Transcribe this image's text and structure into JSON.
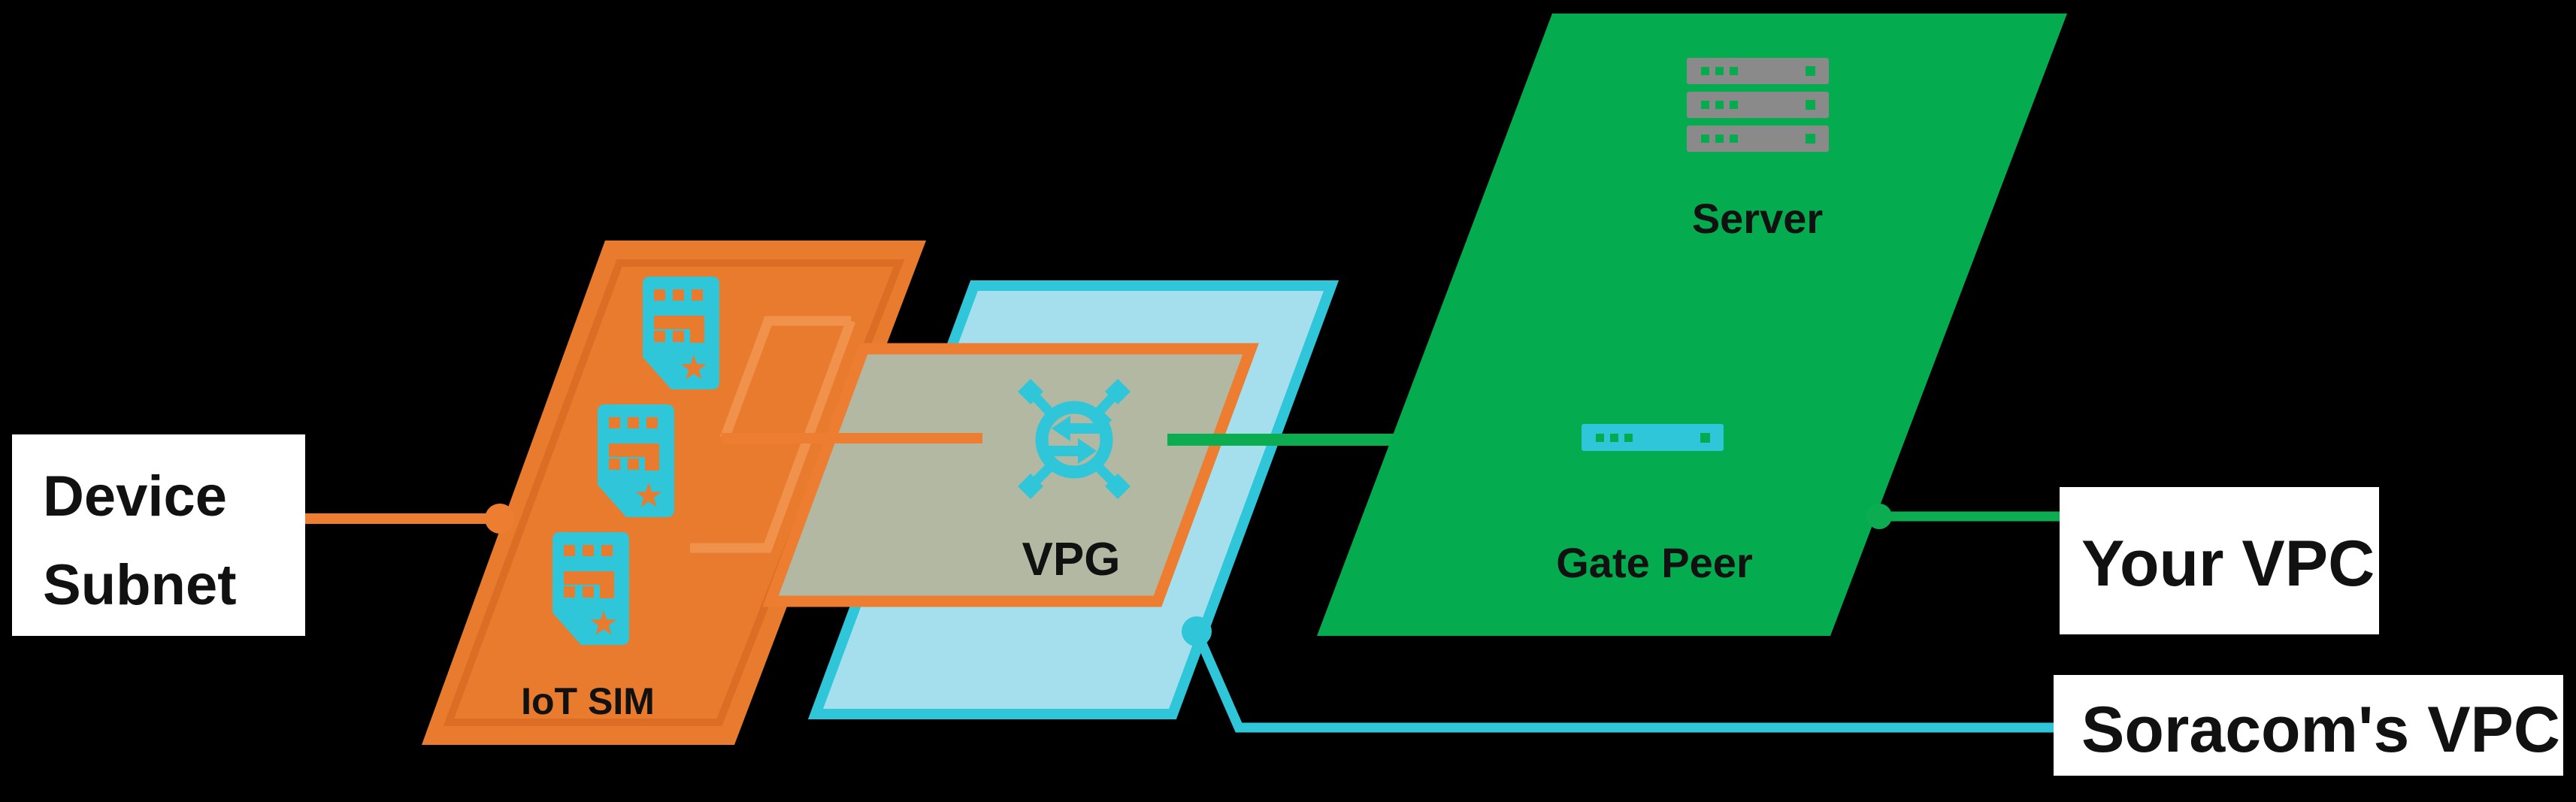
{
  "diagram": {
    "title": "IoT SIM to VPG to VPC network architecture",
    "labels": {
      "device_subnet": {
        "line1": "Device",
        "line2": "Subnet",
        "full": "Device Subnet"
      },
      "iot_sim": "IoT SIM",
      "vpg": "VPG",
      "server": "Server",
      "gate_peer": "Gate Peer",
      "your_vpc": "Your VPC",
      "soracoms_vpc": "Soracom's VPC"
    },
    "icons": [
      {
        "name": "sim-card-icon",
        "count": 3,
        "meaning": "IoT SIM cards"
      },
      {
        "name": "server-rack-icon",
        "count": 1,
        "meaning": "Server (3 rack units)"
      },
      {
        "name": "gate-peer-appliance-icon",
        "count": 1,
        "meaning": "Gate Peer appliance"
      },
      {
        "name": "vpg-gateway-icon",
        "count": 1,
        "meaning": "Virtual Private Gateway"
      }
    ]
  },
  "colors": {
    "bg": "#000000",
    "orange": "#e87b2e",
    "orange_bright": "#ed7d31",
    "orange_trace": "#f0914c",
    "orange_inset": "#db6d24",
    "cyan": "#2fc6d9",
    "light_blue": "#a5dfee",
    "khaki": "#b3b8a2",
    "green": "#04ab4f",
    "green_line": "#0cad51",
    "gray": "#8a8a8a",
    "white": "#ffffff",
    "text": "#111111"
  }
}
